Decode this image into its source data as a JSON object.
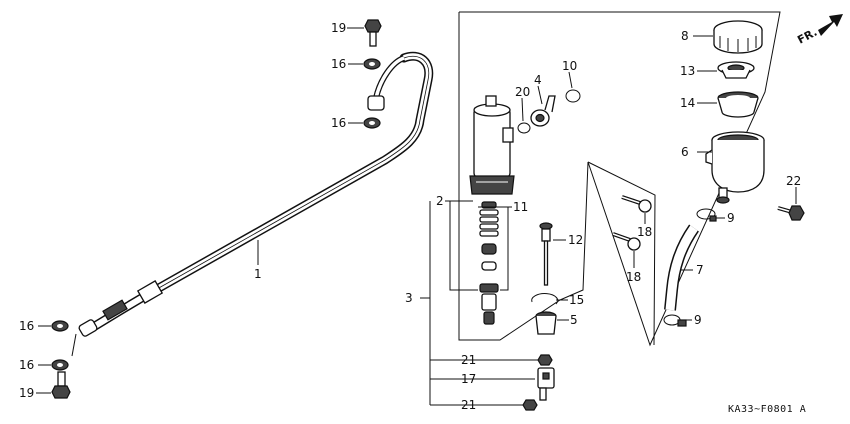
{
  "labels": {
    "p1": "1",
    "p2": "2",
    "p3": "3",
    "p4": "4",
    "p5": "5",
    "p6": "6",
    "p7": "7",
    "p8": "8",
    "p9a": "9",
    "p9b": "9",
    "p10": "10",
    "p11": "11",
    "p12": "12",
    "p13": "13",
    "p14": "14",
    "p15": "15",
    "p16a": "16",
    "p16b": "16",
    "p16c": "16",
    "p16d": "16",
    "p17": "17",
    "p18a": "18",
    "p18b": "18",
    "p19a": "19",
    "p19b": "19",
    "p20": "20",
    "p21a": "21",
    "p21b": "21",
    "p22": "22"
  },
  "front_marker": "FR.",
  "diagram_code": "KA33~F0801 A"
}
